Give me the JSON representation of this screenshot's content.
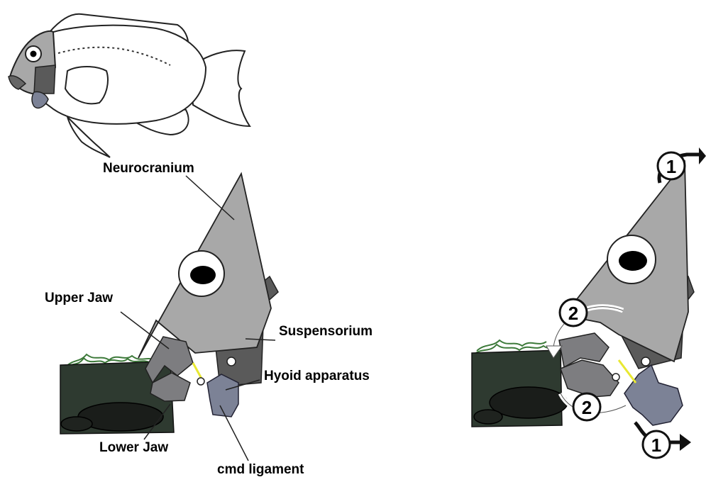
{
  "labels": {
    "neurocranium": "Neurocranium",
    "upper_jaw": "Upper Jaw",
    "suspensorium": "Suspensorium",
    "hyoid": "Hyoid apparatus",
    "lower_jaw": "Lower Jaw",
    "cmd": "cmd ligament"
  },
  "steps": {
    "one": "1",
    "two": "2"
  },
  "colors": {
    "neurocranium": "#a8a8a8",
    "suspensorium": "#5a5a5a",
    "jaw": "#7d7d80",
    "hyoid": "#7c8296",
    "rock": "#2e3a30",
    "grass": "#3d7a3a",
    "ligament": "#e8e832"
  }
}
